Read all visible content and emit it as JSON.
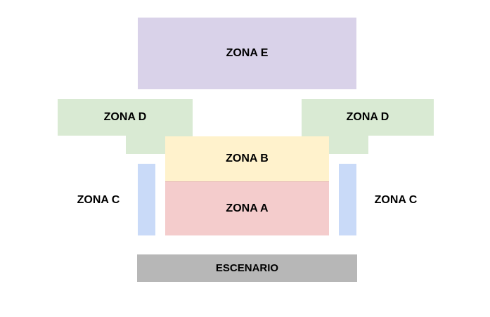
{
  "zones": {
    "e": {
      "label": "ZONA E",
      "color": "#d9d2e9"
    },
    "d_left": {
      "label": "ZONA D",
      "color": "#d9ead3"
    },
    "d_right": {
      "label": "ZONA D",
      "color": "#d9ead3"
    },
    "b": {
      "label": "ZONA B",
      "color": "#fff2cc"
    },
    "a": {
      "label": "ZONA A",
      "color": "#f4cccc"
    },
    "c_left": {
      "label": "ZONA C",
      "color": "#c9daf8"
    },
    "c_right": {
      "label": "ZONA C",
      "color": "#c9daf8"
    },
    "stage": {
      "label": "ESCENARIO",
      "color": "#b7b7b7"
    }
  }
}
